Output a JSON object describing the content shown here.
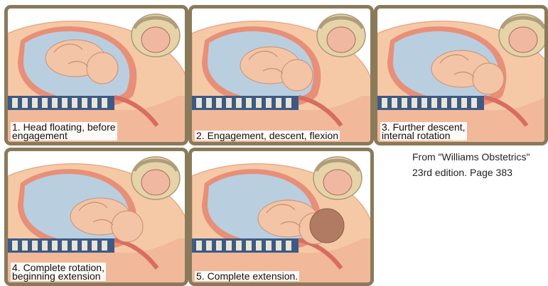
{
  "panels": [
    {
      "caption": "1.  Head floating, before\nengagement"
    },
    {
      "caption": "2.   Engagement, descent, flexion"
    },
    {
      "caption": "3.   Further descent,\ninternal rotation"
    },
    {
      "caption": "4.  Complete rotation,\nbeginning extension"
    },
    {
      "caption": "5. Complete extension."
    }
  ],
  "source": {
    "line1": "From \"Williams Obstetrics\"",
    "line2": "23rd edition. Page 383"
  },
  "colors": {
    "frame": "#8a7a5a",
    "skin": "#f6c9a6",
    "uterus": "#e88f78",
    "amniotic": "#b9cfe0",
    "spine": "#3c5a84",
    "pelvis": "#e6d3a8"
  }
}
